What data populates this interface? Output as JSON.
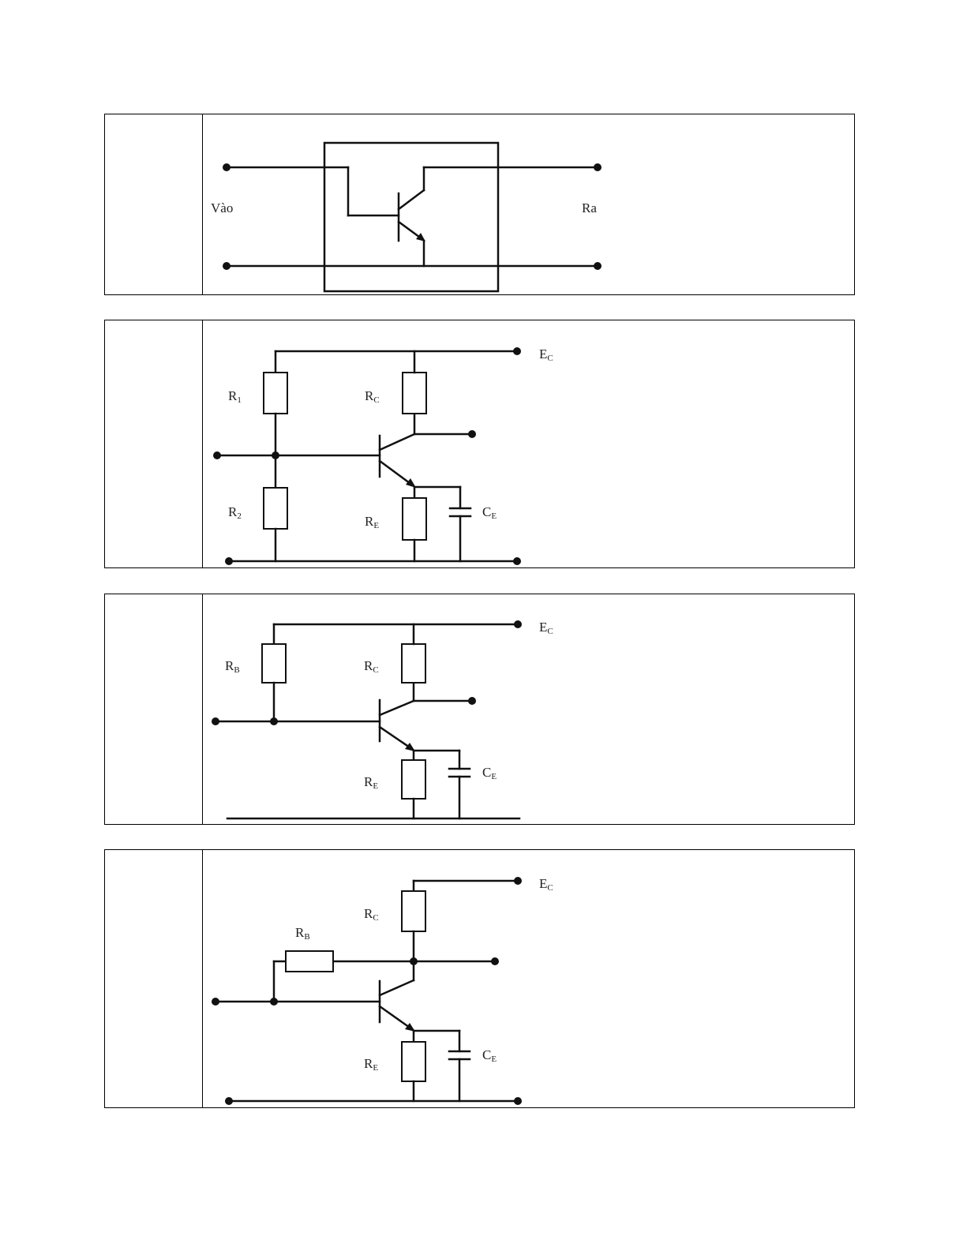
{
  "rows": [
    {
      "labels": {
        "input": "Vào",
        "output": "Ra"
      }
    },
    {
      "labels": {
        "r1": "R",
        "r1_sub": "1",
        "r2": "R",
        "r2_sub": "2",
        "rc": "R",
        "rc_sub": "C",
        "re": "R",
        "re_sub": "E",
        "ce": "C",
        "ce_sub": "E",
        "ec": "E",
        "ec_sub": "C"
      }
    },
    {
      "labels": {
        "rb": "R",
        "rb_sub": "B",
        "rc": "R",
        "rc_sub": "C",
        "re": "R",
        "re_sub": "E",
        "ce": "C",
        "ce_sub": "E",
        "ec": "E",
        "ec_sub": "C"
      }
    },
    {
      "labels": {
        "rb": "R",
        "rb_sub": "B",
        "rc": "R",
        "rc_sub": "C",
        "re": "R",
        "re_sub": "E",
        "ce": "C",
        "ce_sub": "E",
        "ec": "E",
        "ec_sub": "C"
      }
    }
  ]
}
